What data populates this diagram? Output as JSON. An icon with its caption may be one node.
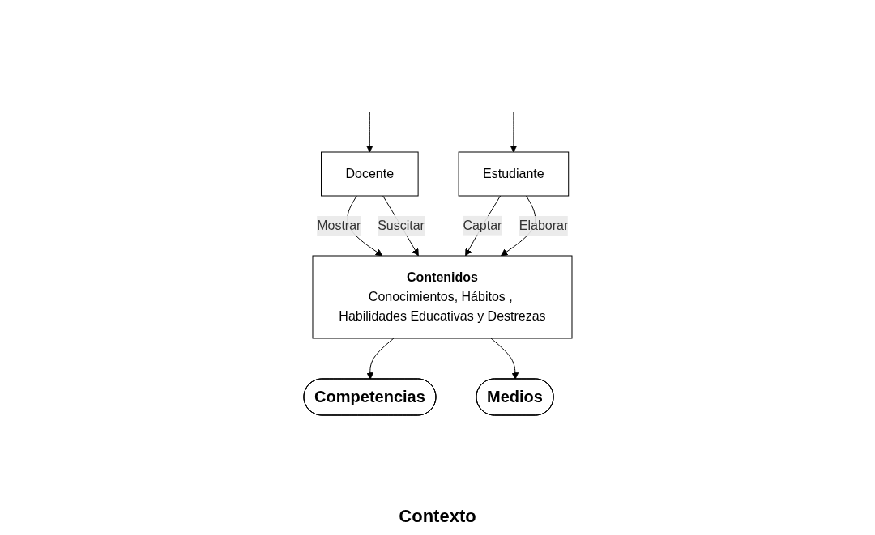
{
  "diagram": {
    "nodes": [
      {
        "text": [
          "Competencias"
        ]
      },
      {
        "text": [
          "Docente"
        ]
      },
      {
        "text": [
          "Contenidos",
          "Conocimientos, Hábitos , Habilidades Educativas y Destrezas"
        ]
      },
      {
        "text": [
          "Estudiante"
        ]
      },
      {
        "text": [
          "Medios"
        ]
      }
    ],
    "edges": [
      {
        "from": 1,
        "to": 2,
        "arrow": "to",
        "label": "Mostrar"
      },
      {
        "from": 1,
        "to": 2,
        "arrow": "to",
        "label": "Suscitar"
      },
      {
        "from": 3,
        "to": 2,
        "arrow": "to",
        "label": "Captar"
      },
      {
        "from": 3,
        "to": 2,
        "arrow": "to",
        "label": "Elaborar"
      },
      {
        "from": 2,
        "to": 0,
        "arrow": "to"
      },
      {
        "from": 2,
        "to": 4,
        "arrow": "to"
      },
      {
        "from": null,
        "to": 1,
        "arrow": "to"
      },
      {
        "from": null,
        "to": 3,
        "arrow": "to"
      }
    ],
    "labels": [
      "Contexto"
    ]
  }
}
